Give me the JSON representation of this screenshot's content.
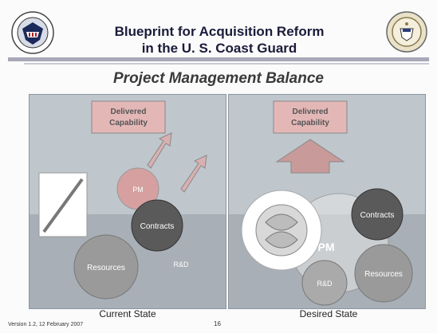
{
  "header": {
    "title_line1": "Blueprint for Acquisition Reform",
    "title_line2": "in the U. S. Coast Guard"
  },
  "subtitle": "Project Management Balance",
  "left_panel": {
    "capability_label": "Delivered Capability",
    "pm_label": "PM",
    "contracts_label": "Contracts",
    "resources_label": "Resources",
    "rnd_label": "R&D",
    "caption": "Current State"
  },
  "right_panel": {
    "capability_label": "Delivered Capability",
    "pm_label": "PM",
    "contracts_label": "Contracts",
    "resources_label": "Resources",
    "rnd_label": "R&D",
    "caption": "Desired State"
  },
  "footer": {
    "version": "Version 1.2, 12 February 2007",
    "page_number": "16"
  },
  "colors": {
    "panel_bg": "#bfc6cc",
    "capability_box": "#e4b7b7",
    "contracts_circle": "#5a5a5a",
    "pm_circle": "#d6a0a0",
    "resources_circle": "#9a9a9a"
  }
}
